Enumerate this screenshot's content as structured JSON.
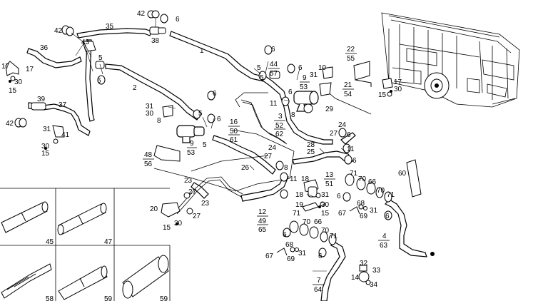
{
  "labels": {
    "p1": "1",
    "p2": "2",
    "p3": "3",
    "p4": "4",
    "p5a": "5",
    "p5b": "5",
    "p5c": "5",
    "p5d": "5",
    "p5e": "5",
    "p6a": "6",
    "p6b": "6",
    "p6c": "6",
    "p6d": "6",
    "p6e": "6",
    "p6f": "6",
    "p6g": "6",
    "p6h": "6",
    "p6i": "6",
    "p6j": "6",
    "p6k": "6",
    "p7": "7",
    "p8a": "8",
    "p8b": "8",
    "p9a": "9",
    "p9b": "9",
    "p10": "10",
    "p11a": "11",
    "p11b": "11",
    "p11c": "11",
    "p12": "12",
    "p13": "13",
    "p14": "14",
    "p15a": "15",
    "p15b": "15",
    "p15c": "15",
    "p15d": "15",
    "p15e": "15",
    "p16": "16",
    "p17a": "17",
    "p17b": "17",
    "p18a": "18",
    "p18b": "18",
    "p19": "19",
    "p20": "20",
    "p21": "21",
    "p22": "22",
    "p23a": "23",
    "p23b": "23",
    "p24a": "24",
    "p24b": "24",
    "p25": "25",
    "p26": "26",
    "p27a": "27",
    "p27b": "27",
    "p27c": "27",
    "p27d": "27",
    "p28": "28",
    "p29": "29",
    "p30a": "30",
    "p30b": "30",
    "p30c": "30",
    "p30d": "30",
    "p30e": "30",
    "p30f": "30",
    "p31a": "31",
    "p31b": "31",
    "p31c": "31",
    "p31d": "31",
    "p31e": "31",
    "p31f": "31",
    "p32": "32",
    "p33": "33",
    "p34": "34",
    "p35": "35",
    "p36": "36",
    "p37": "37",
    "p38": "38",
    "p39": "39",
    "p41": "41",
    "p42a": "42",
    "p42b": "42",
    "p42c": "42",
    "p43": "43",
    "p44": "44",
    "p45": "45",
    "p47": "47",
    "p48": "48",
    "p49": "49",
    "p50": "50",
    "p51": "51",
    "p52": "52",
    "p53a": "53",
    "p53b": "53",
    "p54": "54",
    "p55": "55",
    "p56": "56",
    "p57": "57",
    "p58": "58",
    "p59": "59",
    "p60": "60",
    "p61": "61",
    "p62": "62",
    "p63": "63",
    "p64": "64",
    "p65": "65",
    "p66a": "66",
    "p66b": "66",
    "p67a": "67",
    "p67b": "67",
    "p68a": "68",
    "p68b": "68",
    "p69a": "69",
    "p69b": "69",
    "p70a": "70",
    "p70b": "70",
    "p70c": "70",
    "p70d": "70",
    "p71a": "71",
    "p71b": "71",
    "p71c": "71",
    "p71d": "71"
  },
  "fractions": {
    "f16": {
      "num": "16",
      "den": [
        "50",
        "61"
      ]
    },
    "f9a": {
      "num": "9",
      "den": [
        "53"
      ]
    },
    "f9b": {
      "num": "9",
      "den": [
        "53"
      ]
    },
    "f3": {
      "num": "3",
      "den": [
        "52",
        "62"
      ]
    },
    "f44": {
      "num": "44",
      "den": [
        "57"
      ]
    },
    "f22": {
      "num": "22",
      "den": [
        "55"
      ]
    },
    "f21": {
      "num": "21",
      "den": [
        "54"
      ]
    },
    "f48": {
      "num": "48",
      "den": [
        "56"
      ]
    },
    "f13": {
      "num": "13",
      "den": [
        "51"
      ]
    },
    "f12": {
      "num": "12",
      "den": [
        "49",
        "65"
      ]
    },
    "f4": {
      "num": "4",
      "den": [
        "63"
      ]
    },
    "f7": {
      "num": "7",
      "den": [
        "64"
      ]
    }
  }
}
